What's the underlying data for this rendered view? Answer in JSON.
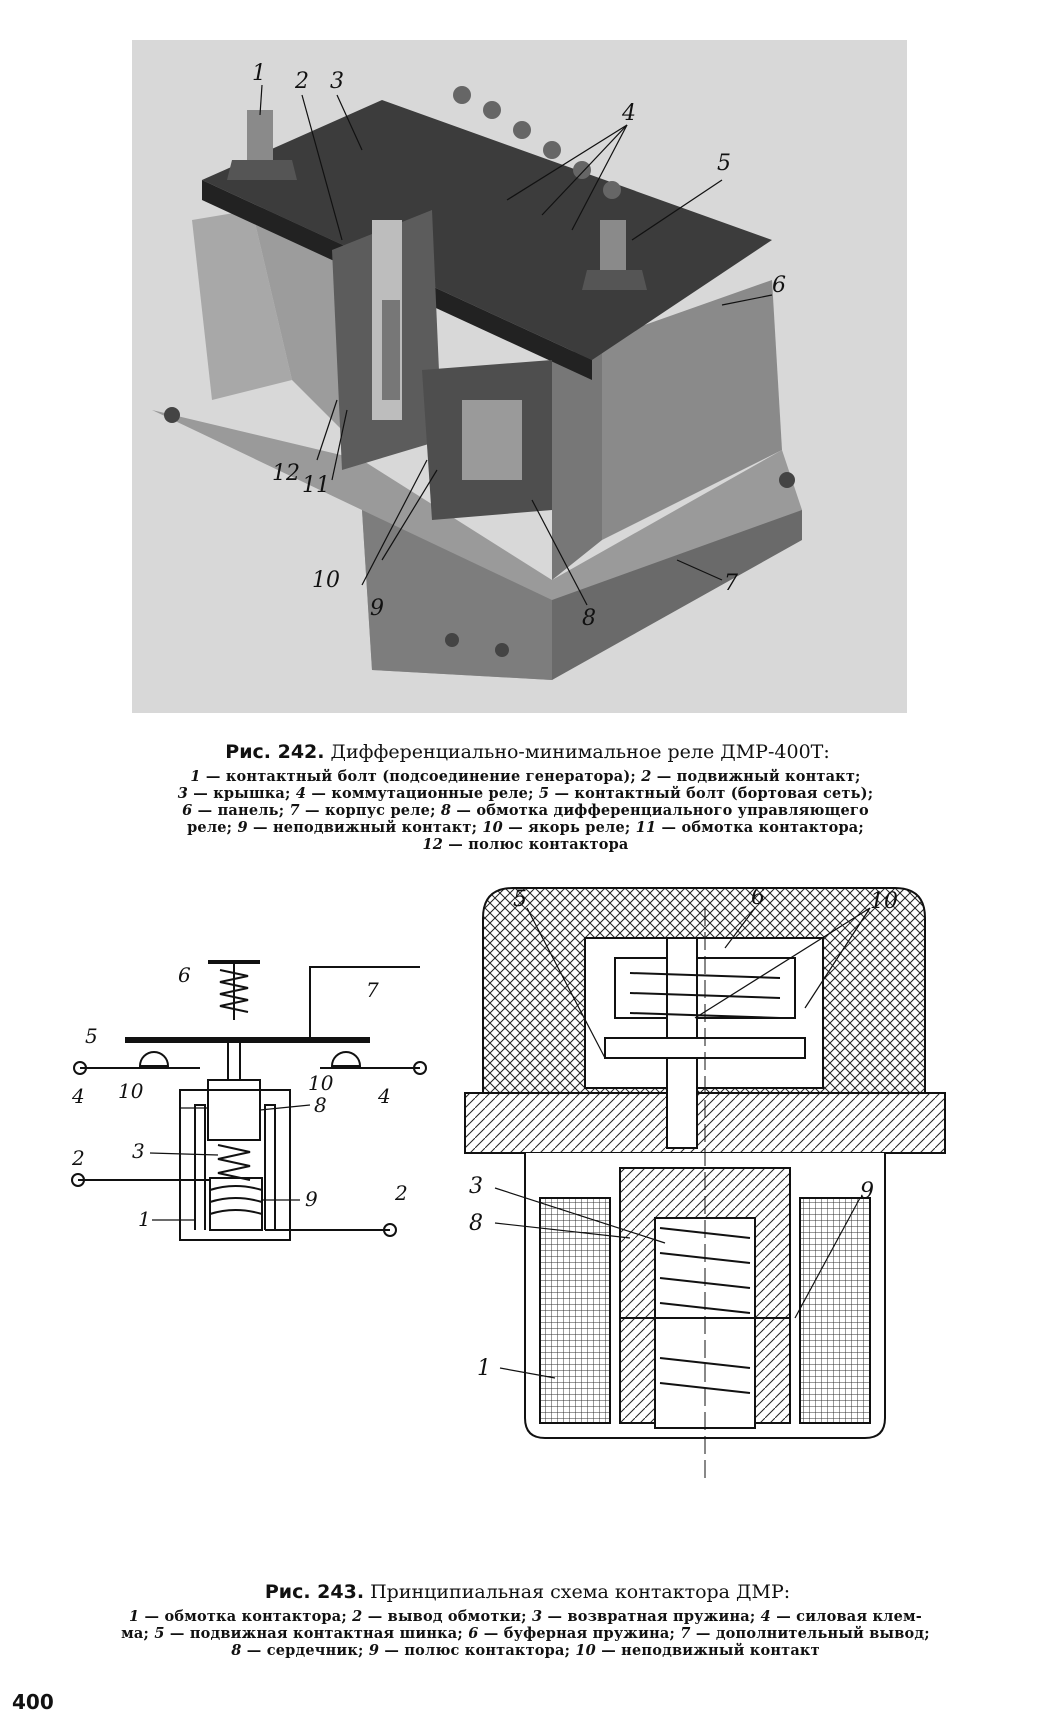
{
  "fig242": {
    "caption_label": "Рис. 242.",
    "caption_title": "Дифференциально-минимальное реле ДМР-400Т:",
    "legend_lines": [
      [
        [
          "1",
          " — контактный болт (подсоединение генератора); "
        ],
        [
          "2",
          " — подвижный контакт;"
        ]
      ],
      [
        [
          "3",
          " — крышка; "
        ],
        [
          "4",
          " — коммутационные реле; "
        ],
        [
          "5",
          " — контактный болт (бортовая сеть);"
        ]
      ],
      [
        [
          "6",
          " — панель; "
        ],
        [
          "7",
          " — корпус реле; "
        ],
        [
          "8",
          " — обмотка дифференциального управляющего"
        ]
      ],
      [
        [
          "",
          "реле; "
        ],
        [
          "9",
          " — неподвижный контакт; "
        ],
        [
          "10",
          " — якорь реле; "
        ],
        [
          "11",
          " — обмотка контактора;"
        ]
      ],
      [
        [
          "12",
          " — полюс контактора"
        ]
      ]
    ],
    "photo_labels": [
      "1",
      "2",
      "3",
      "4",
      "5",
      "6",
      "7",
      "8",
      "9",
      "10",
      "11",
      "12"
    ]
  },
  "fig243": {
    "caption_label": "Рис. 243.",
    "caption_title": "Принципиальная схема контактора ДМР:",
    "legend_lines": [
      [
        [
          "1",
          " — обмотка контактора; "
        ],
        [
          "2",
          " — вывод обмотки; "
        ],
        [
          "3",
          " — возвратная пружина; "
        ],
        [
          "4",
          " — силовая клем-"
        ]
      ],
      [
        [
          "",
          "ма; "
        ],
        [
          "5",
          " — подвижная контактная шинка; "
        ],
        [
          "6",
          " — буферная пружина; "
        ],
        [
          "7",
          " — дополнительный вывод;"
        ]
      ],
      [
        [
          "8",
          " — сердечник; "
        ],
        [
          "9",
          " — полюс контактора; "
        ],
        [
          "10",
          " — неподвижный контакт"
        ]
      ]
    ],
    "schematic_labels": [
      "6",
      "7",
      "5",
      "4",
      "10",
      "10",
      "4",
      "8",
      "3",
      "2",
      "9",
      "2",
      "1"
    ],
    "section_labels": [
      "5",
      "6",
      "10",
      "3",
      "8",
      "9",
      "1"
    ]
  },
  "page_number": "400"
}
